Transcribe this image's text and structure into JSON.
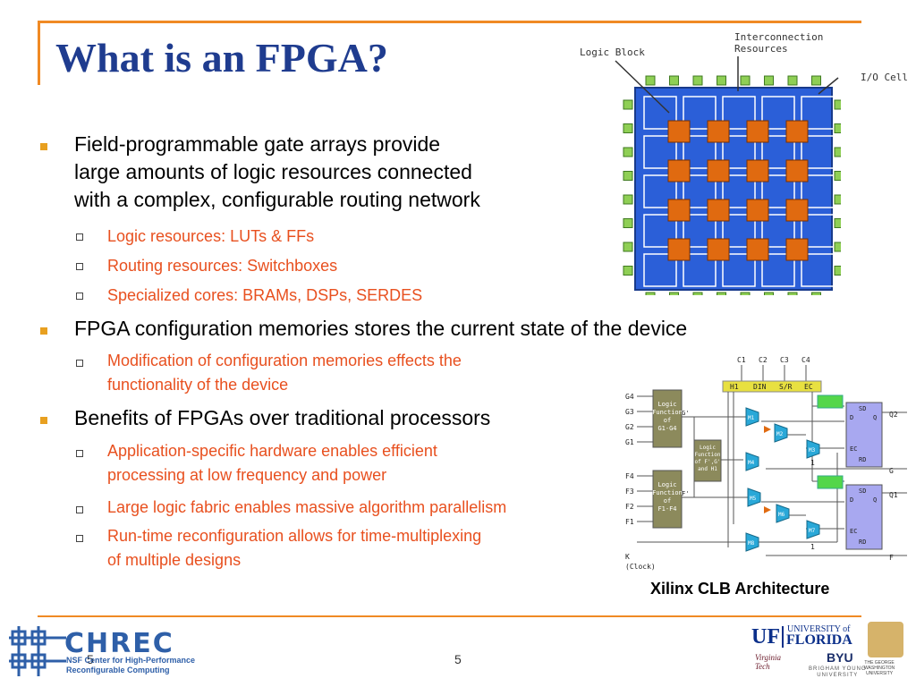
{
  "slide": {
    "title": "What is an FPGA?",
    "bullets": [
      {
        "text": "Field-programmable gate arrays provide\nlarge amounts of logic resources connected\nwith a complex, configurable routing network",
        "sub": [
          "Logic resources: LUTs & FFs",
          "Routing resources: Switchboxes",
          "Specialized cores: BRAMs, DSPs, SERDES"
        ]
      },
      {
        "text": "FPGA configuration memories stores the current state of the device",
        "sub": [
          "Modification of configuration memories effects the\nfunctionality of the device"
        ]
      },
      {
        "text": "Benefits of FPGAs over traditional processors",
        "sub": [
          "Application-specific hardware enables efficient\nprocessing at low frequency and power",
          "Large logic fabric enables massive algorithm parallelism",
          "Run-time reconfiguration allows for time-multiplexing\nof multiple designs"
        ]
      }
    ],
    "page_number": "5",
    "page_number_left": "5"
  },
  "fpga_diagram": {
    "labels": {
      "logic_block": "Logic Block",
      "interconnect": "Interconnection\nResources",
      "io_cell": "I/O Cell"
    },
    "colors": {
      "fabric": "#2b5fd8",
      "logic_block": "#e06a10",
      "io_cell": "#8fcf55"
    }
  },
  "clb_diagram": {
    "caption": "Xilinx CLB Architecture",
    "top_inputs": [
      "C1",
      "C2",
      "C3",
      "C4"
    ],
    "bus_labels": [
      "H1",
      "DIN",
      "S/R",
      "EC"
    ],
    "left_inputs_top": [
      "G4",
      "G3",
      "G2",
      "G1"
    ],
    "left_inputs_bottom": [
      "F4",
      "F3",
      "F2",
      "F1"
    ],
    "lut_top": "Logic\nFunction\nof\nG1-G4",
    "lut_mid": "Logic\nFunction\nof F',G'\nand H1",
    "lut_bottom": "Logic\nFunction\nof\nF1-F4",
    "g_prime": "G'",
    "f_prime": "F'",
    "muxes": [
      "M1",
      "M2",
      "M3",
      "M4",
      "M5",
      "M6",
      "M7",
      "M8"
    ],
    "ff_top_pins": [
      "SD",
      "D",
      "Q",
      "EC",
      "RD"
    ],
    "ff_bottom_pins": [
      "SD",
      "D",
      "Q",
      "EC",
      "RD"
    ],
    "outputs": [
      "Q2",
      "G",
      "Q1",
      "F"
    ],
    "clock_label": "K\n(Clock)",
    "one_labels": [
      "1",
      "1"
    ]
  },
  "logos": {
    "chrec_name": "CHREC",
    "chrec_sub": "NSF Center for High-Performance\nReconfigurable Computing",
    "uf": "UF",
    "uf_univ": "UNIVERSITY of",
    "uf_florida": "FLORIDA",
    "vt": "Virginia\nTech",
    "byu": "BYU",
    "byu_sub": "BRIGHAM YOUNG\nUNIVERSITY",
    "gwu": "THE GEORGE\nWASHINGTON\nUNIVERSITY"
  }
}
